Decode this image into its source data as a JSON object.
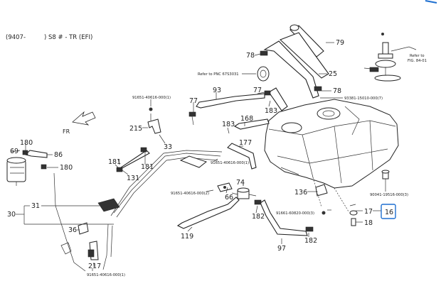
{
  "header": {
    "year_code": "(9407-",
    "model": ") S8 # - TR (EFI)"
  },
  "refs": {
    "pnc": "Refer to PNC 67S3031",
    "fig_line1": "Refer to",
    "fig_line2": "FIG. 84-01"
  },
  "fr_arrow": {
    "label": "FR"
  },
  "callouts": {
    "c180a": "180",
    "c69": "69",
    "c86": "86",
    "c180b": "180",
    "c30": "30",
    "c31": "31",
    "c36": "36",
    "c217": "217",
    "c215": "215",
    "c33": "33",
    "c77a": "77",
    "c93": "93",
    "c181a": "181",
    "c181b": "181",
    "c131": "131",
    "c183a": "183",
    "c168": "168",
    "c177": "177",
    "c74": "74",
    "c66": "66",
    "c119": "119",
    "c182a": "182",
    "c97": "97",
    "c182b": "182",
    "c78a": "78",
    "c79": "79",
    "c25": "25",
    "c77b": "77",
    "c183b": "183",
    "c78b": "78",
    "c136": "136",
    "c17": "17",
    "c16": "16",
    "c18": "18"
  },
  "small_parts": {
    "p91651a": "91651-40616-000(1)",
    "p91651b": "91651-40616-000(2)",
    "p91651c": "91651-40616-000(1)",
    "p91651d": "91651-40616-000(1)",
    "p93381": "93381-15010-000(7)",
    "p90041": "90041-19516-000(3)",
    "p91661": "91661-60820-000(3)"
  },
  "highlight": {
    "part_number": "16",
    "color": "#1e6fd0"
  }
}
